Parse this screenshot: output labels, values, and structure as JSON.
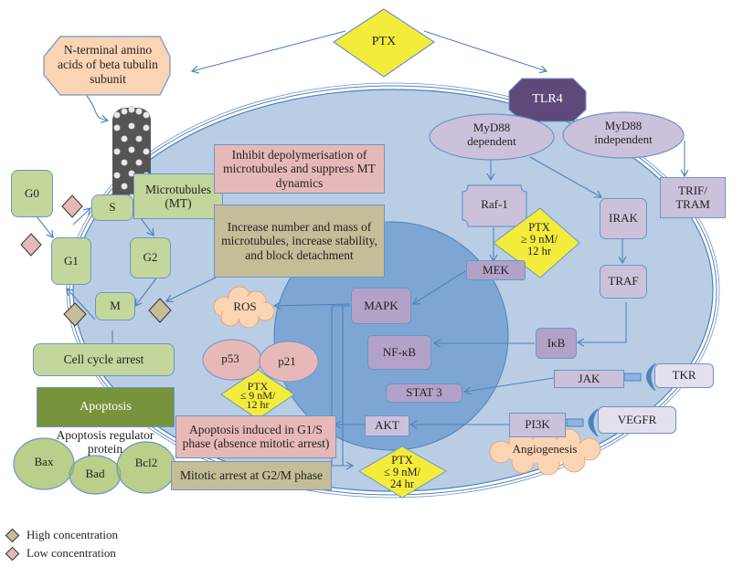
{
  "drug": {
    "label": "PTX"
  },
  "target_site": {
    "label": "N-terminal amino acids of beta tubulin subunit"
  },
  "receptor": {
    "label": "TLR4"
  },
  "myd88": {
    "dependent": "MyD88 dependent",
    "independent": "MyD88 independent"
  },
  "cell_cycle": {
    "phases": {
      "g0": "G0",
      "g1": "G1",
      "s": "S",
      "g2": "G2",
      "m": "M"
    },
    "arrest": "Cell cycle arrest"
  },
  "microtubules": {
    "label": "Microtubules (MT)"
  },
  "effects": {
    "low_conc": "Inhibit depolymerisation of microtubules and suppress MT dynamics",
    "high_conc": "Increase number and mass of microtubules, increase stability, and block detachment"
  },
  "signaling": {
    "raf1": "Raf-1",
    "mek": "MEK",
    "mapk": "MAPK",
    "irak": "IRAK",
    "traf": "TRAF",
    "ikb": "IκB",
    "nfkb": "NF-κB",
    "jak": "JAK",
    "stat3": "STAT 3",
    "pi3k": "PI3K",
    "akt": "AKT",
    "trif_tram": "TRIF/ TRAM",
    "tkr": "TKR",
    "vegfr": "VEGFR",
    "ros": "ROS",
    "angiogenesis": "Angiogenesis",
    "p53": "p53",
    "p21": "p21"
  },
  "doses": {
    "mek_dose": [
      "PTX",
      "≥ 9 nM/",
      "12 hr"
    ],
    "p53_dose": [
      "PTX",
      "≤ 9 nM/",
      "12 hr"
    ],
    "g2m_dose": [
      "PTX",
      "≤ 9 nM/",
      "24 hr"
    ]
  },
  "apoptosis": {
    "title": "Apoptosis",
    "regulator_label": "Apoptosis regulator protein",
    "proteins": [
      "Bax",
      "Bad",
      "Bcl2"
    ],
    "g1s": "Apoptosis induced in G1/S phase (absence mitotic arrest)",
    "g2m": "Mitotic arrest at G2/M phase"
  },
  "legend": [
    {
      "label": "High concentration",
      "color": "#c4bd97"
    },
    {
      "label": "Low concentration",
      "color": "#e6b9b8"
    }
  ],
  "colors": {
    "cell": "#b9cde5",
    "nucleus": "#7ea6d4",
    "membrane": "#4f81bd",
    "drug": "#f4ec3a",
    "receptor": "#5f497a"
  }
}
